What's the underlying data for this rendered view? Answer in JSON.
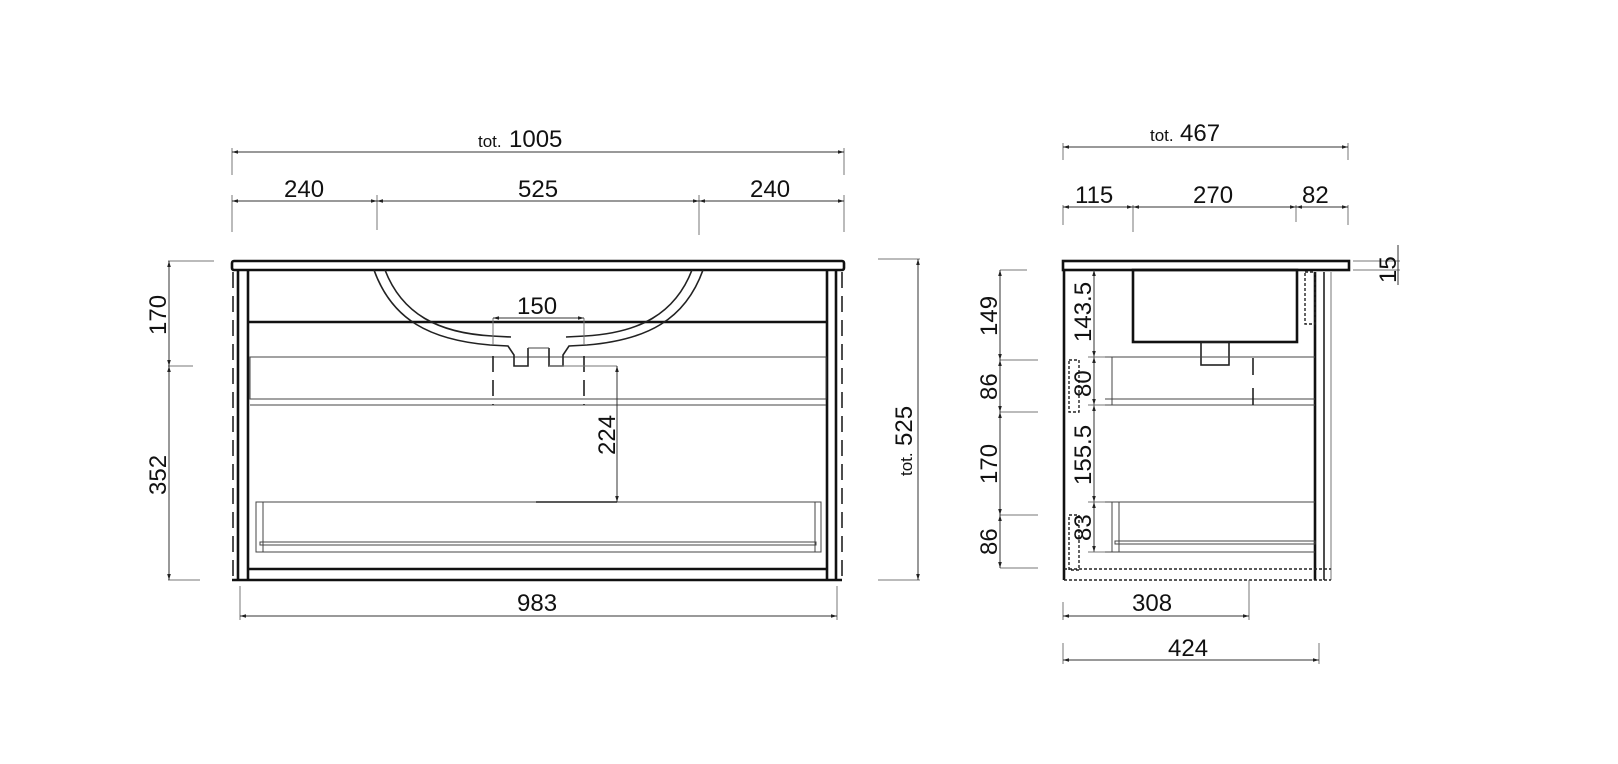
{
  "drawing": {
    "type": "technical-drawing",
    "subject": "bathroom vanity cabinet with washbasin",
    "units": "mm",
    "front_view": {
      "tot_width_prefix": "tot.",
      "tot_width": "1005",
      "segment_left": "240",
      "segment_center": "525",
      "segment_right": "240",
      "drain_width": "150",
      "drain_to_drawer": "224",
      "upper_height": "170",
      "lower_height": "352",
      "tot_height_prefix": "tot.",
      "tot_height": "525",
      "bottom_width": "983"
    },
    "side_view": {
      "tot_depth_prefix": "tot.",
      "tot_depth": "467",
      "segment_front": "115",
      "segment_basin": "270",
      "segment_back": "82",
      "top_thickness": "15",
      "outer_149": "149",
      "outer_86a": "86",
      "outer_170": "170",
      "outer_86b": "86",
      "inner_143_5": "143.5",
      "inner_80": "80",
      "inner_155_5": "155.5",
      "inner_83": "83",
      "depth_308": "308",
      "depth_424": "424"
    }
  }
}
